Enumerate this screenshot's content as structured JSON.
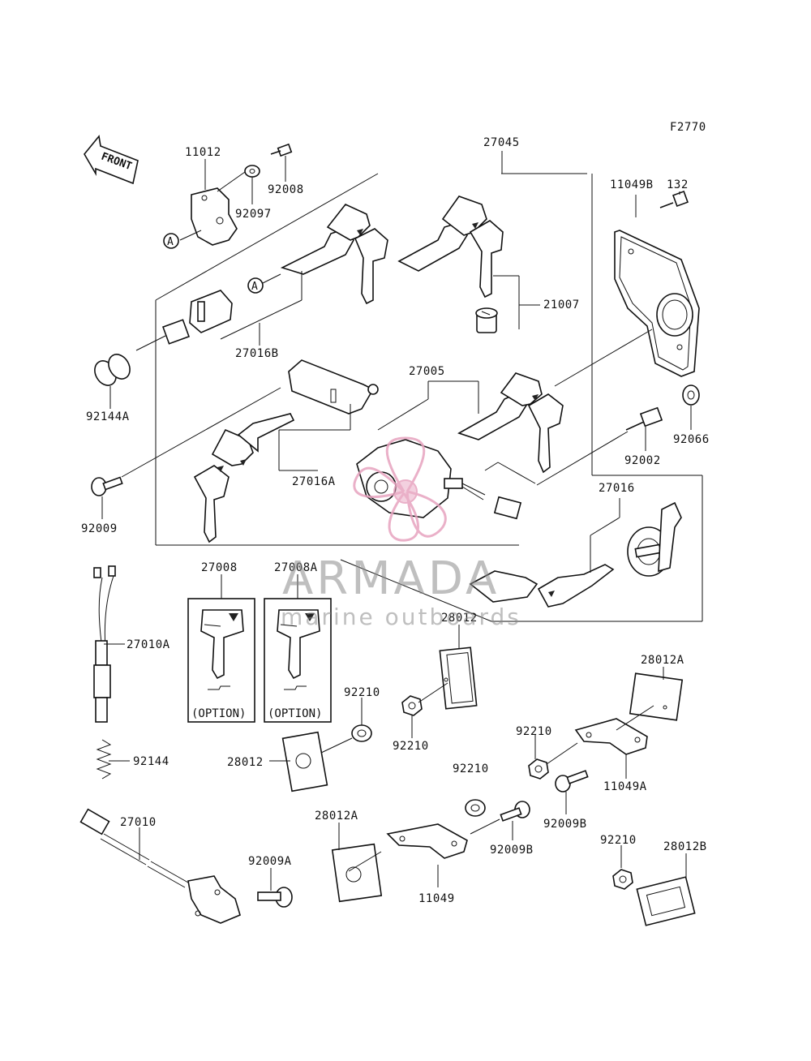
{
  "diagram_id": "F2770",
  "front_arrow_text": "FRONT",
  "callouts": {
    "a1": "A",
    "a2": "A"
  },
  "labels": {
    "p11012": "11012",
    "p92008": "92008",
    "p92097": "92097",
    "p27045": "27045",
    "p132": "132",
    "p11049B": "11049B",
    "p21007": "21007",
    "p27016B": "27016B",
    "p92144A": "92144A",
    "p27005": "27005",
    "p92066": "92066",
    "p92002": "92002",
    "p27016A": "27016A",
    "p92009": "92009",
    "p27016": "27016",
    "p27008": "27008",
    "p27008A": "27008A",
    "p27010A": "27010A",
    "p28012_top": "28012",
    "p92210_a": "92210",
    "p28012A_right": "28012A",
    "p92210_b": "92210",
    "p28012_left": "28012",
    "p92144": "92144",
    "p92210_c": "92210",
    "p92210_d": "92210",
    "p11049A": "11049A",
    "p27010": "27010",
    "p28012A_mid": "28012A",
    "p92009B_a": "92009B",
    "p92009B_b": "92009B",
    "p92210_e": "92210",
    "p28012B": "28012B",
    "p92009A": "92009A",
    "p11049": "11049"
  },
  "option_labels": {
    "left": "(OPTION)",
    "right": "(OPTION)"
  },
  "watermark": {
    "brand": "ARMADA",
    "tagline": "marine outboards",
    "logo_color": "#e7a3bf"
  }
}
